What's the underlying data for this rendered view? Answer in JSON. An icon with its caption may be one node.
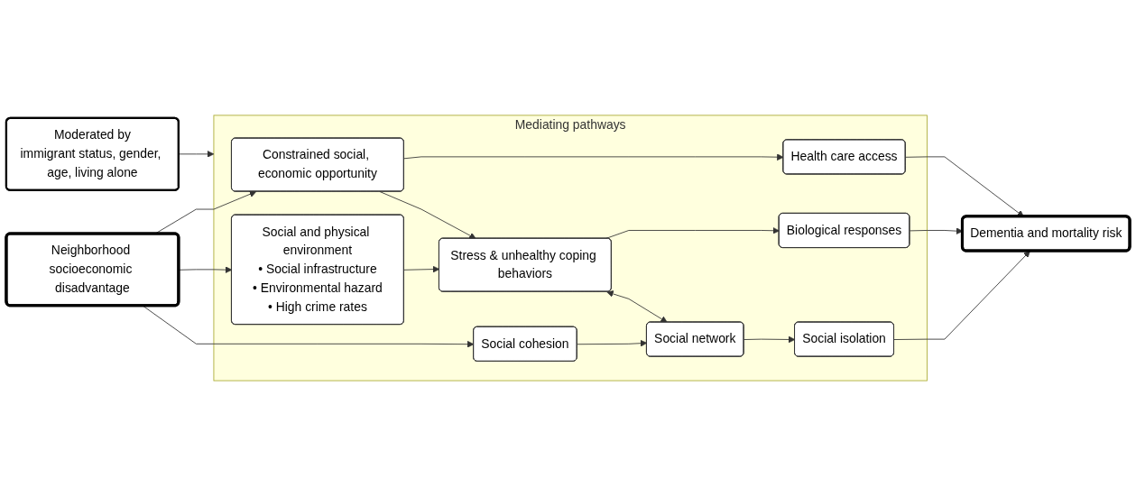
{
  "diagram": {
    "nodes": [
      {
        "text": [
          "Neighborhood socioeconomic disadvantage"
        ]
      },
      {
        "text": [
          "Mediating pathways"
        ]
      },
      {
        "text": [
          "Constrained social, economic opportunity"
        ],
        "in": 1
      },
      {
        "text": [
          "Health care access"
        ],
        "in": 1
      },
      {
        "text": [
          "Social and physical environment",
          "• Social infrastructure",
          "• Environmental hazard",
          "• High crime rates"
        ],
        "in": 1
      },
      {
        "text": [
          "Stress & unhealthy coping behaviors"
        ],
        "in": 1
      },
      {
        "text": [
          "Biological responses"
        ],
        "in": 1
      },
      {
        "text": [
          "Social cohesion"
        ],
        "in": 1
      },
      {
        "text": [
          "Social network"
        ],
        "in": 1
      },
      {
        "text": [
          "Social isolation"
        ],
        "in": 1
      },
      {
        "text": [
          "Dementia and mortality risk"
        ]
      },
      {
        "text": [
          "Moderated by",
          "immigrant status, gender, age, living alone"
        ]
      }
    ],
    "edges": [
      {
        "from": 0,
        "to": 2,
        "arrow": "to"
      },
      {
        "from": 0,
        "to": 4,
        "arrow": "to"
      },
      {
        "from": 0,
        "to": 7,
        "arrow": "to"
      },
      {
        "from": 2,
        "to": 3,
        "arrow": "to"
      },
      {
        "from": 2,
        "to": 5,
        "arrow": "to"
      },
      {
        "from": 4,
        "to": 5,
        "arrow": "to"
      },
      {
        "from": 5,
        "to": 6,
        "arrow": "to"
      },
      {
        "from": 5,
        "to": 8,
        "arrow": "both"
      },
      {
        "from": 7,
        "to": 8,
        "arrow": "to"
      },
      {
        "from": 8,
        "to": 9,
        "arrow": "to"
      },
      {
        "from": 3,
        "to": 10,
        "arrow": "to"
      },
      {
        "from": 6,
        "to": 10,
        "arrow": "to"
      },
      {
        "from": 9,
        "to": 10,
        "arrow": "to"
      },
      {
        "from": 11,
        "to": 1,
        "arrow": "to"
      }
    ]
  }
}
